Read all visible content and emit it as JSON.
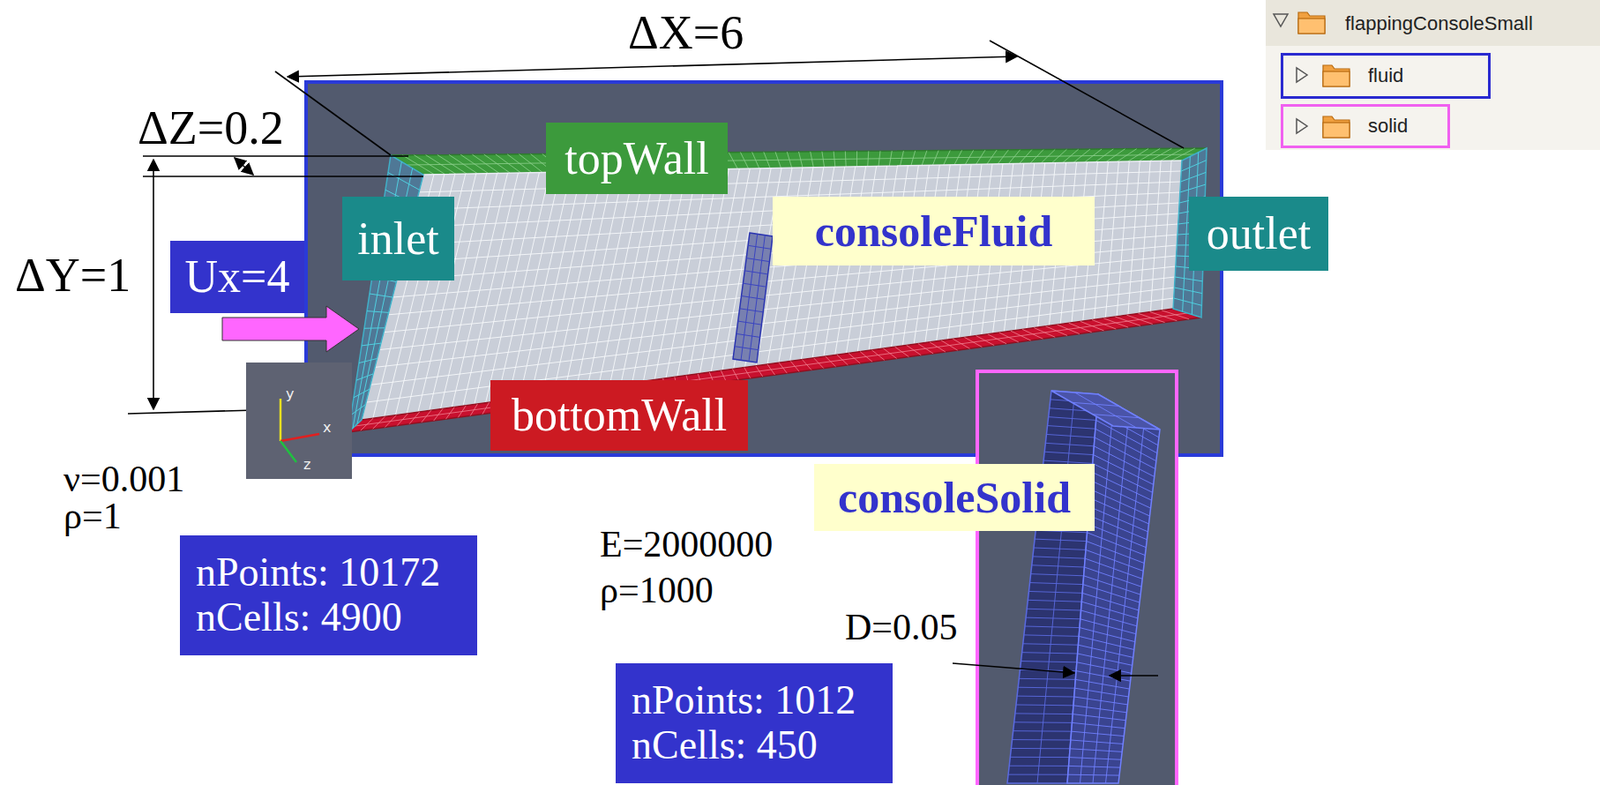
{
  "diagram": {
    "nodes": [
      {
        "text": [
          "flappingConsoleSmall"
        ]
      },
      {
        "text": [
          "fluid"
        ]
      },
      {
        "text": [
          "solid"
        ]
      },
      {
        "text": [
          "topWall"
        ]
      },
      {
        "text": [
          "inlet"
        ]
      },
      {
        "text": [
          "consoleFluid"
        ]
      },
      {
        "text": [
          "outlet"
        ]
      },
      {
        "text": [
          "Ux=4"
        ]
      },
      {
        "text": [
          "bottomWall"
        ]
      },
      {
        "text": [
          "consoleSolid"
        ]
      },
      {
        "text": [
          "nPoints: 10172",
          "nCells: 4900"
        ]
      },
      {
        "text": [
          "nPoints: 1012",
          "nCells: 450"
        ]
      }
    ],
    "labels": [
      "ΔX=6",
      "ΔZ=0.2",
      "ΔY=1",
      "y",
      "x",
      "z",
      "ν=0.001",
      "ρ=1",
      "E=2000000",
      "ρ=1000",
      "D=0.05"
    ]
  }
}
